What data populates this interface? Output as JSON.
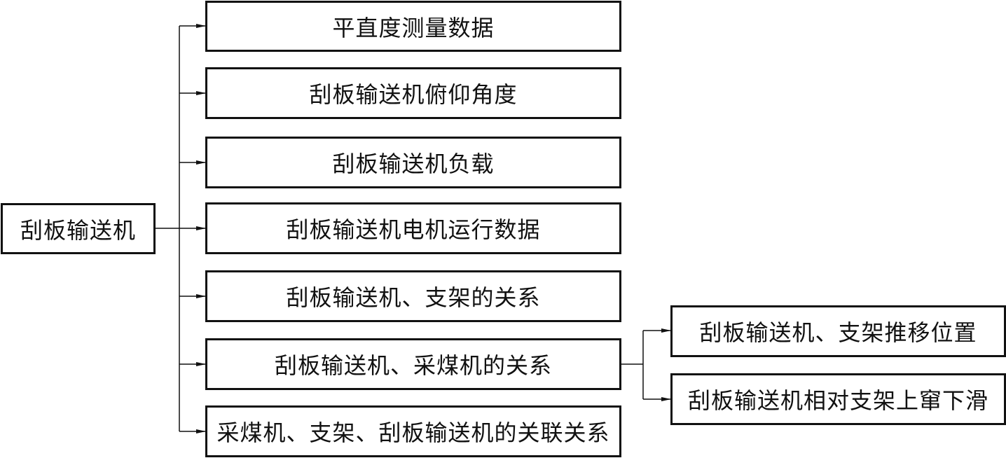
{
  "root": {
    "label": "刮板输送机"
  },
  "children": [
    {
      "label": "平直度测量数据"
    },
    {
      "label": "刮板输送机俯仰角度"
    },
    {
      "label": "刮板输送机负载"
    },
    {
      "label": "刮板输送机电机运行数据"
    },
    {
      "label": "刮板输送机、支架的关系"
    },
    {
      "label": "刮板输送机、采煤机的关系"
    },
    {
      "label": "采煤机、支架、刮板输送机的关联关系"
    }
  ],
  "sub_children": [
    {
      "label": "刮板输送机、支架推移位置"
    },
    {
      "label": "刮板输送机相对支架上窜下滑"
    }
  ],
  "colors": {
    "line": "#111111",
    "background": "#ffffff"
  }
}
